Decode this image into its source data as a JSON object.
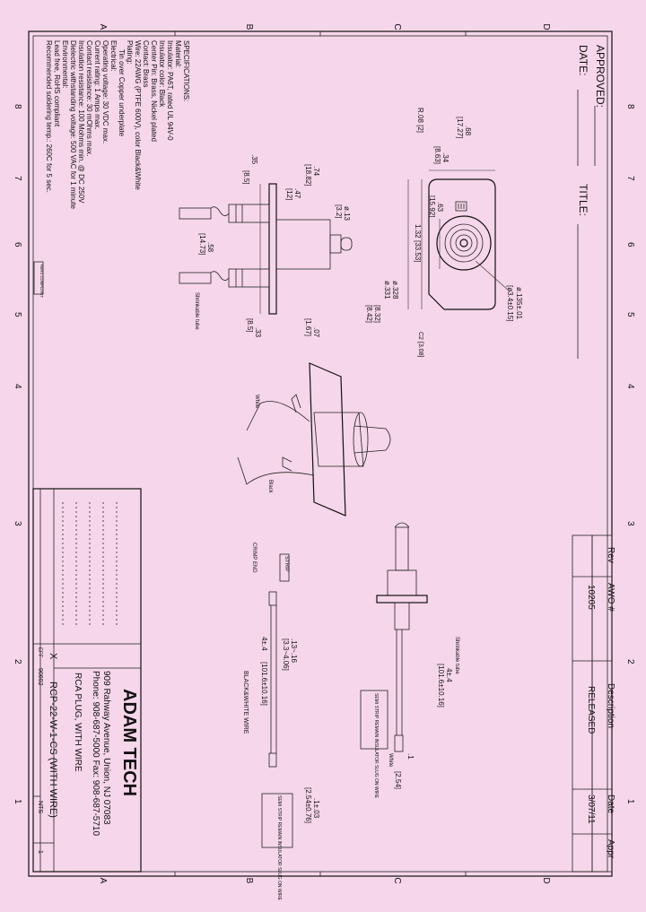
{
  "frame": {
    "col_letters": [
      "A",
      "B",
      "C",
      "D"
    ],
    "row_numbers": [
      "8",
      "7",
      "6",
      "5",
      "4",
      "3",
      "2",
      "1"
    ]
  },
  "approval": {
    "approved": "APPROVED:",
    "date": "DATE:",
    "title": "TITLE:"
  },
  "spec": {
    "heading": "SPECIFICATIONS:",
    "lines": [
      "Material:",
      "Insulator: PA6T, rated UL 94V-0",
      "Insulator color: Black",
      "Center Pin: Brass, Nickel plated",
      "Contact: Brass",
      "Wire: 22AWG (PTFE 600V), color Black&White",
      "Plating:",
      "Tin over Copper underplate",
      "Electrical:",
      "Operating voltage: 30 VDC max.",
      "Current rating: 1 Amps max.",
      "Contact resistance: 30 mOhms max.",
      "Insulation resistance: 100 Mohms min. @ DC 250V",
      "Dielectric withstanding voltage: 500 VAC for 1 minute",
      "Environmental:",
      "Lead free, RoHS compliant",
      "Recommended soldering temp.: 260C for 5 sec."
    ],
    "rohs": "RoHS COMPLIANT"
  },
  "revision": {
    "headers": [
      "Rev",
      "AWO #",
      "Description",
      "Date",
      "Appr"
    ],
    "row": [
      "",
      "10205",
      "RELEASED",
      "3/07/11",
      ""
    ]
  },
  "title_block": {
    "company": "ADAM TECH",
    "address": "909 Rahway Avenue, Union, NJ 07083",
    "phone": "Phone: 908-687-5000  Fax: 908-687-5710",
    "desc": "RCA PLUG, WITH WIRE",
    "part": "RCP-22-W-1-CS (WITH WIRE)",
    "scale": "NTS",
    "sheet": "1",
    "eff": "EFF",
    "eff_code": "90602",
    "x_mark": "X"
  },
  "dims": {
    "d68": ".68",
    "d1727": "[17.27]",
    "d34": ".34",
    "d863": "[8.63]",
    "r08": "R.08 [2]",
    "d63": ".63",
    "d1592": "[15.92]",
    "d132": "1.32",
    "d3353": "[33.53]",
    "phi135": "ø.135±.01",
    "phi34": "[ø3.4±0.15]",
    "c2": "C2 [3.08]",
    "phi328": "ø.328",
    "phi331": "ø.331",
    "d832": "[8.32]",
    "d842": "[8.42]",
    "d74": ".74",
    "d1882": "[18.82]",
    "d47": ".47",
    "d12": "[12]",
    "phi13": "ø.13",
    "d32": "[3.2]",
    "d35": ".35",
    "d85a": "[8.5]",
    "d58": ".58",
    "d1473": "[14.73]",
    "d33": ".33",
    "d85b": "[8.5]",
    "d07": ".07",
    "d167": "[1.67]",
    "shrink1": "Shrinkable tube",
    "white": "White",
    "black": "Black",
    "shrink2": "Shrinkable tube",
    "d4pm": "4±.4",
    "d4mm": "[101.6±10.16]",
    "strip": "SEMI STRIP REMAIN INSULATOR SLUG ON WIRE",
    "white2": "White",
    "d1in": ".1",
    "d254": "[2.54]",
    "strip_tag": "STRIP",
    "crimp": "CRIMP END",
    "d1316": ".13~.16",
    "d33406": "[3.3~4.06]",
    "d4pm2": "4±.4",
    "d4mm2": "[101.6±10.16]",
    "bwwire": "BLACK&WHITE WIRE",
    "d1pm03": ".1±.03",
    "d254pm": "[2.54±0.76]",
    "strip2": "SEMI STRIP REMAIN INSULATOR SLUG ON WIRE"
  }
}
